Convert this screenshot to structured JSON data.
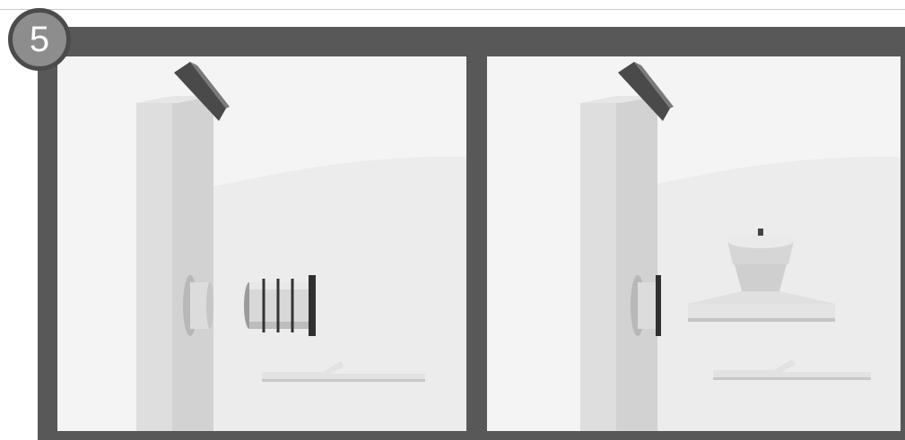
{
  "step": {
    "number": "5"
  },
  "colors": {
    "frame": "#585858",
    "badge_fill": "#8d8d8d",
    "badge_ring": "#4b4b4b",
    "panel_background": "#f4f4f4"
  },
  "panels": [
    {
      "id": "left",
      "shows": [
        "wall",
        "wall-cap",
        "wall-sleeve",
        "threaded-pipe-fitting",
        "pipe-section"
      ]
    },
    {
      "id": "right",
      "shows": [
        "wall",
        "wall-cap",
        "wall-sleeve",
        "tee-with-cap-assembly",
        "pipe-section"
      ]
    }
  ]
}
